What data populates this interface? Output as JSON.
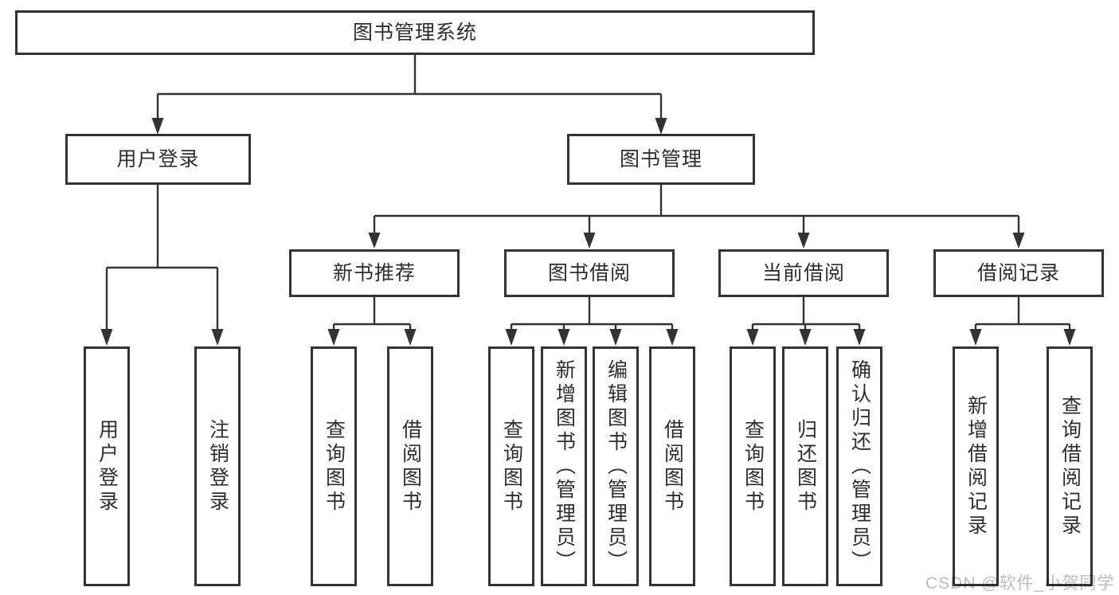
{
  "diagram": {
    "root": {
      "label": "图书管理系统"
    },
    "level2": [
      {
        "label": "用户登录"
      },
      {
        "label": "图书管理"
      }
    ],
    "level3": [
      {
        "label": "新书推荐"
      },
      {
        "label": "图书借阅"
      },
      {
        "label": "当前借阅"
      },
      {
        "label": "借阅记录"
      }
    ],
    "leaves": {
      "user_login": [
        "用户登录",
        "注销登录"
      ],
      "new_book_recommend": [
        "查询图书",
        "借阅图书"
      ],
      "book_borrow": [
        "查询图书",
        "新增图书（管理员）",
        "编辑图书（管理员）",
        "借阅图书"
      ],
      "current_borrow": [
        "查询图书",
        "归还图书",
        "确认归还（管理员）"
      ],
      "borrow_records": [
        "新增借阅记录",
        "查询借阅记录"
      ]
    },
    "watermark": "CSDN @软件_小贺同学",
    "colors": {
      "border": "#333333",
      "line": "#333333",
      "text": "#2e2e2e",
      "watermark": "#bdbdbd",
      "background": "#ffffff"
    }
  }
}
